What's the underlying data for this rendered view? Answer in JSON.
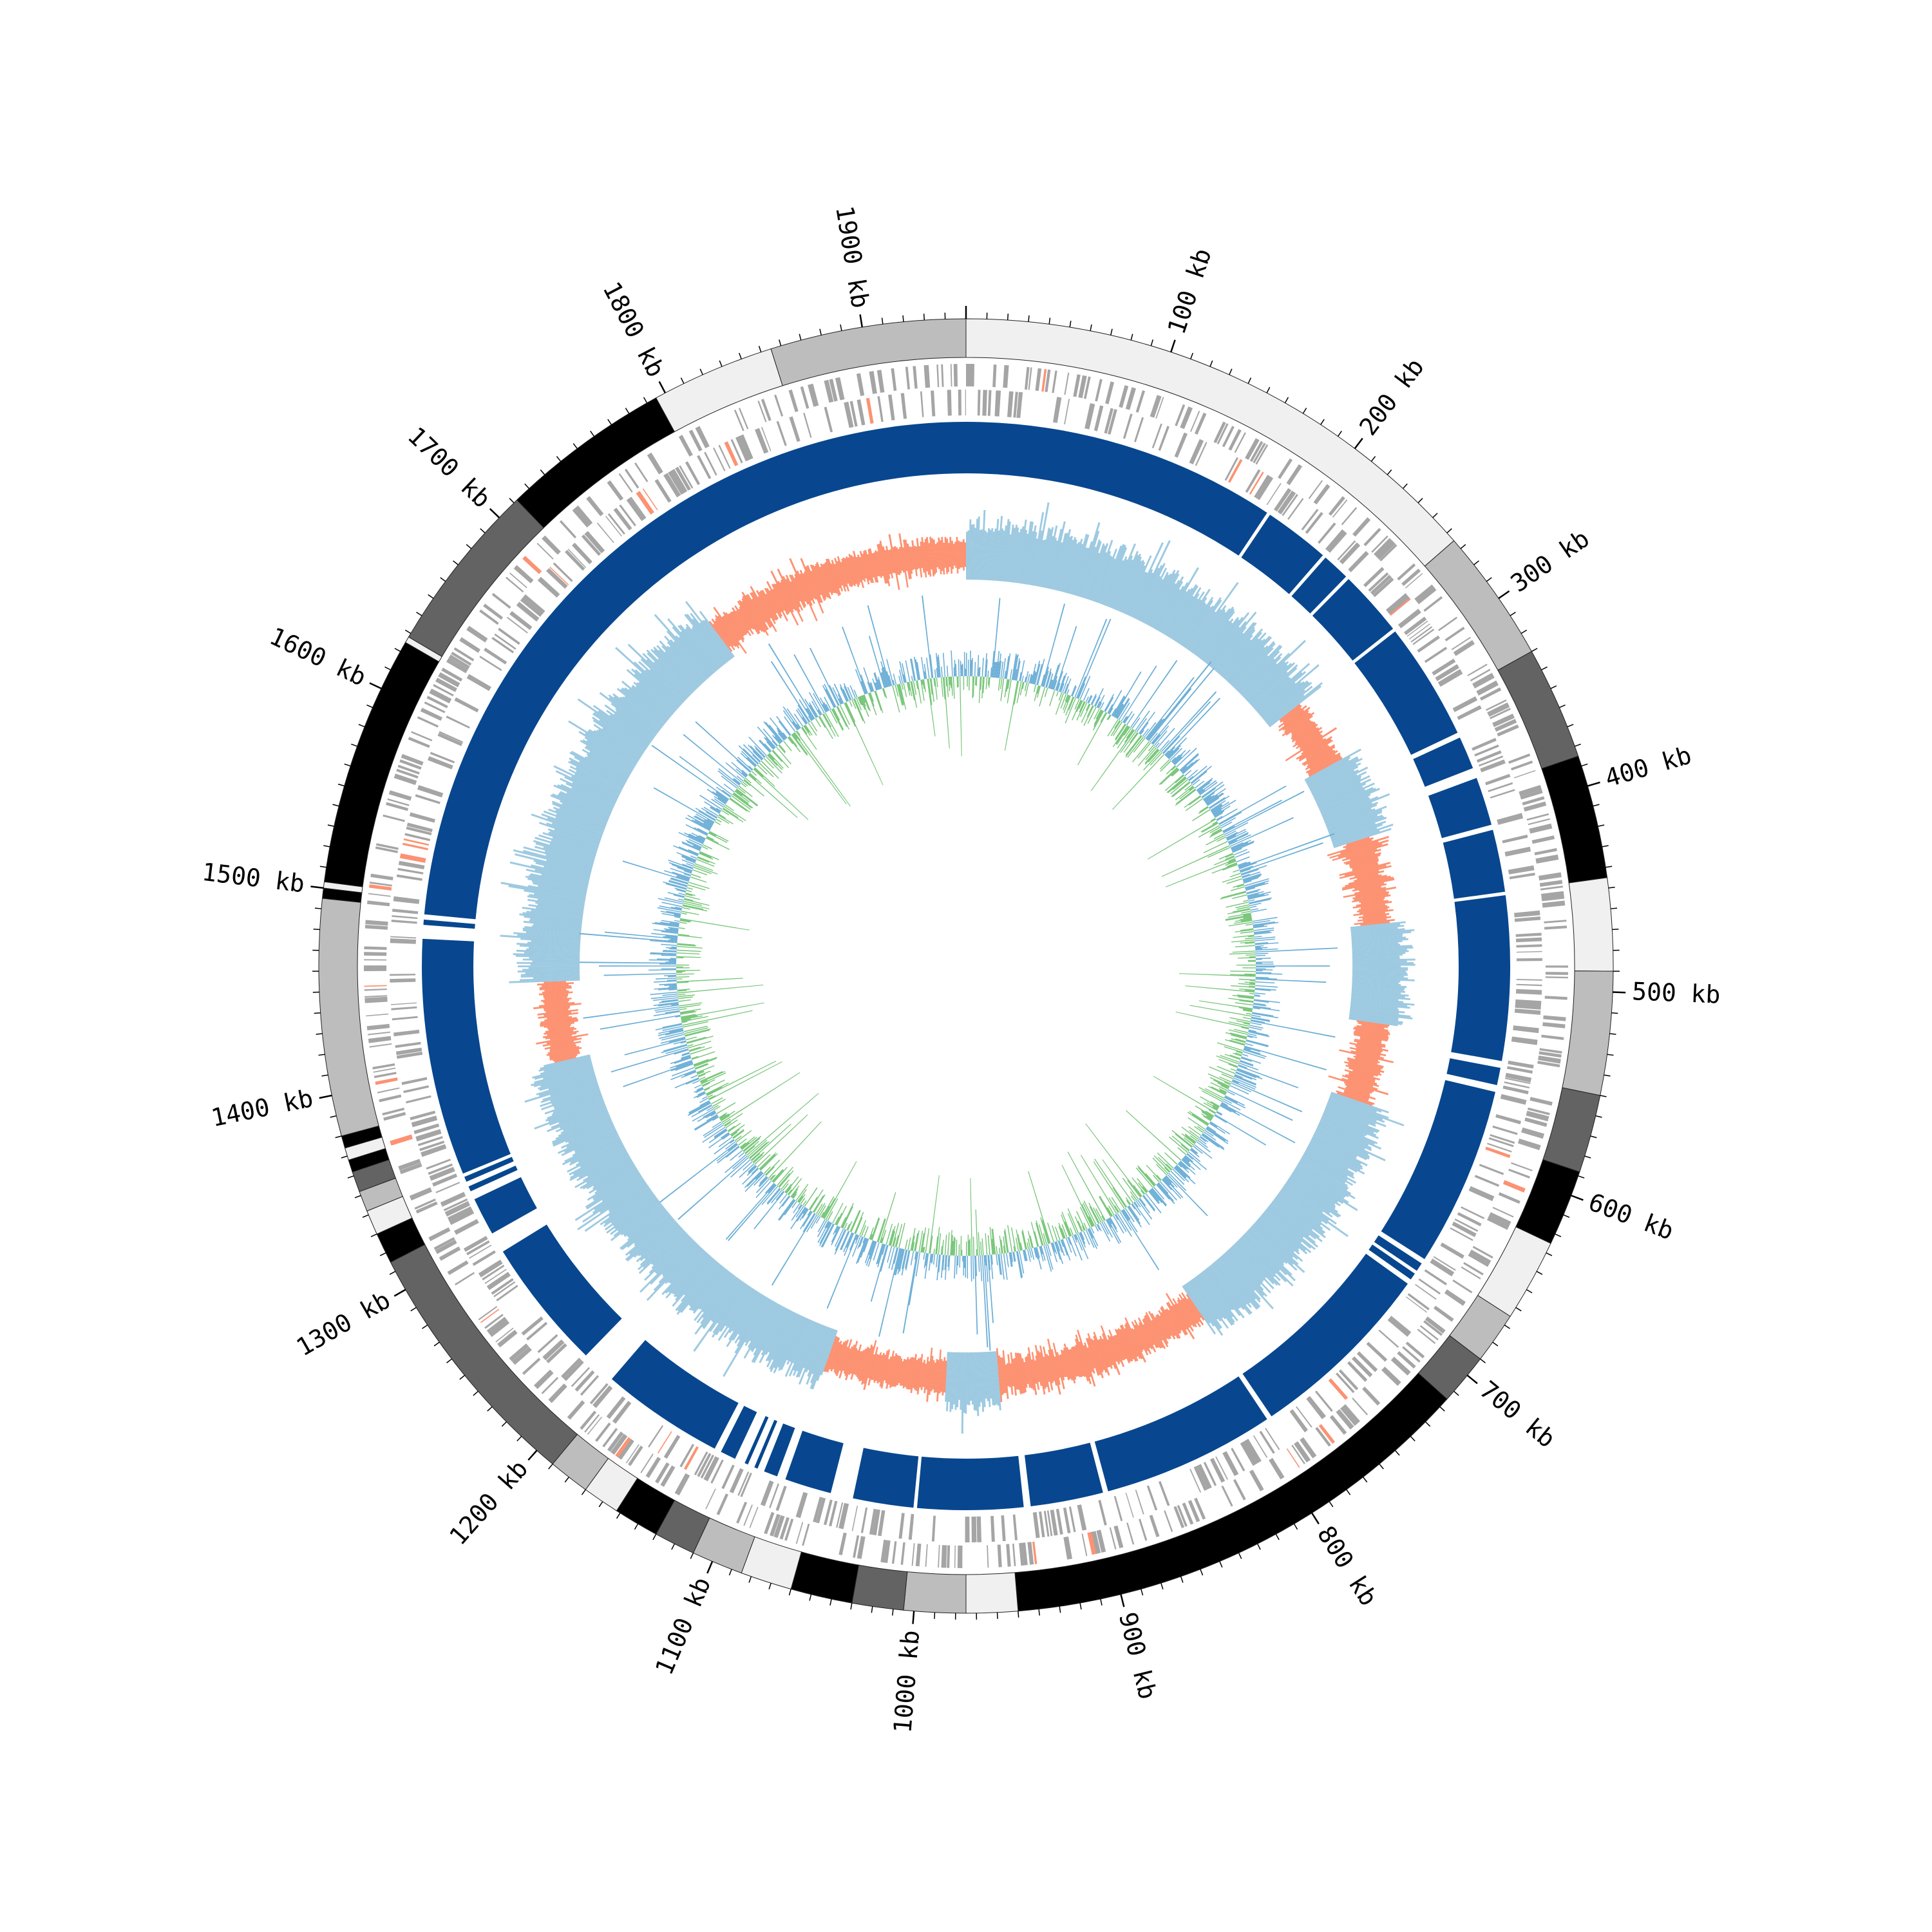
{
  "chart_data": {
    "type": "circular-genome",
    "genome_length_kb": 1950,
    "tick_labels": [
      {
        "pos_kb": 100,
        "label": "100 kb"
      },
      {
        "pos_kb": 200,
        "label": "200 kb"
      },
      {
        "pos_kb": 300,
        "label": "300 kb"
      },
      {
        "pos_kb": 400,
        "label": "400 kb"
      },
      {
        "pos_kb": 500,
        "label": "500 kb"
      },
      {
        "pos_kb": 600,
        "label": "600 kb"
      },
      {
        "pos_kb": 700,
        "label": "700 kb"
      },
      {
        "pos_kb": 800,
        "label": "800 kb"
      },
      {
        "pos_kb": 900,
        "label": "900 kb"
      },
      {
        "pos_kb": 1000,
        "label": "1000 kb"
      },
      {
        "pos_kb": 1100,
        "label": "1100 kb"
      },
      {
        "pos_kb": 1200,
        "label": "1200 kb"
      },
      {
        "pos_kb": 1300,
        "label": "1300 kb"
      },
      {
        "pos_kb": 1400,
        "label": "1400 kb"
      },
      {
        "pos_kb": 1500,
        "label": "1500 kb"
      },
      {
        "pos_kb": 1600,
        "label": "1600 kb"
      },
      {
        "pos_kb": 1700,
        "label": "1700 kb"
      },
      {
        "pos_kb": 1800,
        "label": "1800 kb"
      },
      {
        "pos_kb": 1900,
        "label": "1900 kb"
      }
    ],
    "minor_tick_interval_kb": 10,
    "contig_segments": [
      {
        "start": 0,
        "end": 265,
        "color": "#f0f0f0"
      },
      {
        "start": 265,
        "end": 330,
        "color": "#bdbdbd"
      },
      {
        "start": 330,
        "end": 385,
        "color": "#636363"
      },
      {
        "start": 385,
        "end": 445,
        "color": "#000000"
      },
      {
        "start": 445,
        "end": 490,
        "color": "#f0f0f0"
      },
      {
        "start": 490,
        "end": 550,
        "color": "#bdbdbd"
      },
      {
        "start": 550,
        "end": 588,
        "color": "#636363"
      },
      {
        "start": 588,
        "end": 625,
        "color": "#000000"
      },
      {
        "start": 625,
        "end": 665,
        "color": "#f0f0f0"
      },
      {
        "start": 665,
        "end": 690,
        "color": "#bdbdbd"
      },
      {
        "start": 690,
        "end": 715,
        "color": "#636363"
      },
      {
        "start": 715,
        "end": 950,
        "color": "#000000"
      },
      {
        "start": 950,
        "end": 975,
        "color": "#f0f0f0"
      },
      {
        "start": 975,
        "end": 1005,
        "color": "#bdbdbd"
      },
      {
        "start": 1005,
        "end": 1030,
        "color": "#636363"
      },
      {
        "start": 1030,
        "end": 1060,
        "color": "#000000"
      },
      {
        "start": 1060,
        "end": 1085,
        "color": "#f0f0f0"
      },
      {
        "start": 1085,
        "end": 1110,
        "color": "#bdbdbd"
      },
      {
        "start": 1110,
        "end": 1130,
        "color": "#636363"
      },
      {
        "start": 1130,
        "end": 1152,
        "color": "#000000"
      },
      {
        "start": 1152,
        "end": 1170,
        "color": "#f0f0f0"
      },
      {
        "start": 1170,
        "end": 1190,
        "color": "#bdbdbd"
      },
      {
        "start": 1190,
        "end": 1315,
        "color": "#636363"
      },
      {
        "start": 1315,
        "end": 1330,
        "color": "#000000"
      },
      {
        "start": 1330,
        "end": 1342,
        "color": "#f0f0f0"
      },
      {
        "start": 1342,
        "end": 1352,
        "color": "#bdbdbd"
      },
      {
        "start": 1352,
        "end": 1362,
        "color": "#636363"
      },
      {
        "start": 1362,
        "end": 1368,
        "color": "#000000"
      },
      {
        "start": 1368,
        "end": 1374,
        "color": "#f0f0f0"
      },
      {
        "start": 1374,
        "end": 1380,
        "color": "#000000"
      },
      {
        "start": 1380,
        "end": 1495,
        "color": "#bdbdbd"
      },
      {
        "start": 1495,
        "end": 1500,
        "color": "#000000"
      },
      {
        "start": 1500,
        "end": 1503,
        "color": "#f0f0f0"
      },
      {
        "start": 1503,
        "end": 1625,
        "color": "#000000"
      },
      {
        "start": 1625,
        "end": 1628,
        "color": "#f0f0f0"
      },
      {
        "start": 1628,
        "end": 1712,
        "color": "#636363"
      },
      {
        "start": 1712,
        "end": 1795,
        "color": "#000000"
      },
      {
        "start": 1795,
        "end": 1855,
        "color": "#f0f0f0"
      },
      {
        "start": 1855,
        "end": 1950,
        "color": "#bdbdbd"
      }
    ],
    "block_segments": [
      {
        "start": 0,
        "end": 182
      },
      {
        "start": 184,
        "end": 222
      },
      {
        "start": 224,
        "end": 240
      },
      {
        "start": 242,
        "end": 280
      },
      {
        "start": 282,
        "end": 350
      },
      {
        "start": 353,
        "end": 372
      },
      {
        "start": 378,
        "end": 406
      },
      {
        "start": 409,
        "end": 445
      },
      {
        "start": 447,
        "end": 542
      },
      {
        "start": 546,
        "end": 556
      },
      {
        "start": 560,
        "end": 664
      },
      {
        "start": 667,
        "end": 672
      },
      {
        "start": 674,
        "end": 678
      },
      {
        "start": 681,
        "end": 790
      },
      {
        "start": 793,
        "end": 893
      },
      {
        "start": 896,
        "end": 938
      },
      {
        "start": 942,
        "end": 1003
      },
      {
        "start": 1005,
        "end": 1040
      },
      {
        "start": 1053,
        "end": 1080
      },
      {
        "start": 1085,
        "end": 1093
      },
      {
        "start": 1097,
        "end": 1099
      },
      {
        "start": 1103,
        "end": 1105
      },
      {
        "start": 1111,
        "end": 1120
      },
      {
        "start": 1124,
        "end": 1195
      },
      {
        "start": 1215,
        "end": 1291
      },
      {
        "start": 1303,
        "end": 1325
      },
      {
        "start": 1330,
        "end": 1333
      },
      {
        "start": 1336,
        "end": 1339
      },
      {
        "start": 1341,
        "end": 1478
      },
      {
        "start": 1486,
        "end": 1489
      },
      {
        "start": 1492,
        "end": 1950
      }
    ],
    "series": [
      {
        "track": "gc-skew",
        "positive_color": "#9ecae1",
        "negative_color": "#fc9272"
      },
      {
        "track": "gc-content",
        "positive_color": "#6baed6",
        "negative_color": "#74c476"
      }
    ],
    "gc_skew_negative_regions": [
      {
        "start": 280,
        "end": 330
      },
      {
        "start": 390,
        "end": 455
      },
      {
        "start": 530,
        "end": 590
      },
      {
        "start": 790,
        "end": 950
      },
      {
        "start": 990,
        "end": 1080
      },
      {
        "start": 1390,
        "end": 1450
      },
      {
        "start": 1750,
        "end": 1950
      }
    ]
  }
}
